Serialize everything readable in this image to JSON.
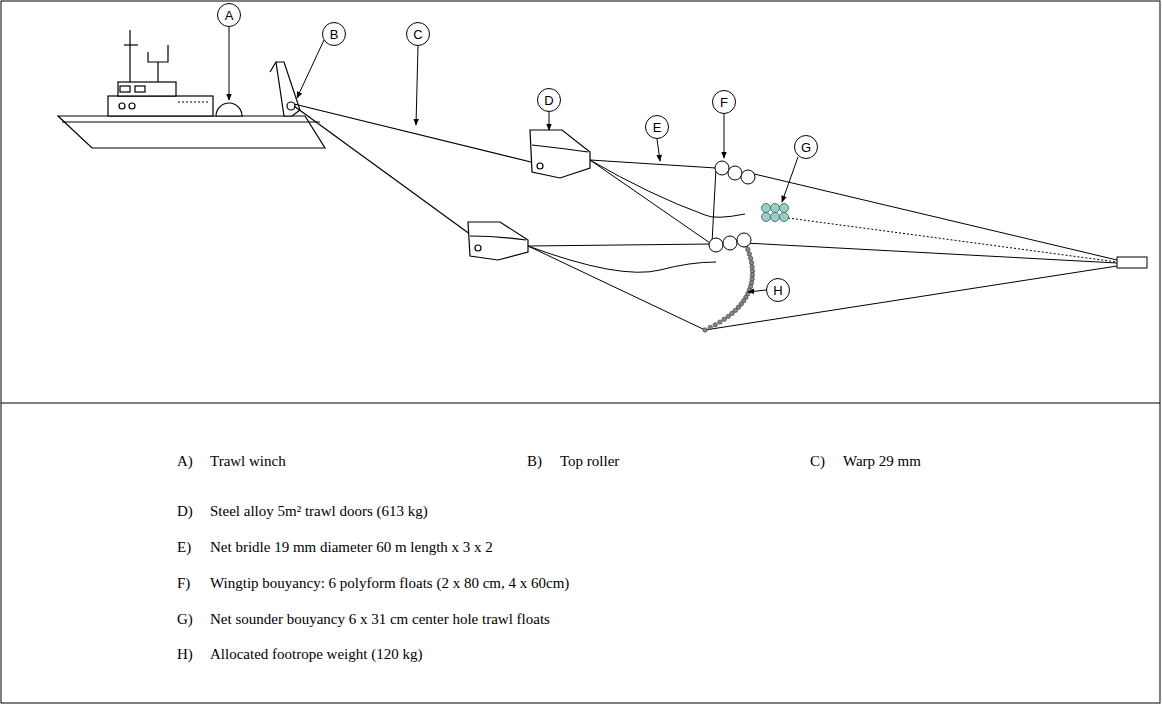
{
  "diagram": {
    "nodes": [
      {
        "text": [
          "A"
        ]
      },
      {
        "text": [
          "B"
        ]
      },
      {
        "text": [
          "C"
        ]
      },
      {
        "text": [
          "D"
        ]
      },
      {
        "text": [
          "E"
        ]
      },
      {
        "text": [
          "F"
        ]
      },
      {
        "text": [
          "G"
        ]
      },
      {
        "text": [
          "H"
        ]
      }
    ],
    "labels": [
      "A)",
      "Trawl winch",
      "B)",
      "Top roller",
      "C)",
      "Warp 29 mm",
      "D)",
      "Steel alloy 5m² trawl doors (613 kg)",
      "E)",
      "Net bridle 19 mm diameter 60 m length x 3 x 2",
      "F)",
      "Wingtip bouyancy: 6 polyform floats (2 x 80 cm, 4 x 60cm)",
      "G)",
      "Net sounder bouyancy 6 x 31 cm center hole trawl floats",
      "H)",
      "Allocated footrope weight (120 kg)"
    ]
  }
}
